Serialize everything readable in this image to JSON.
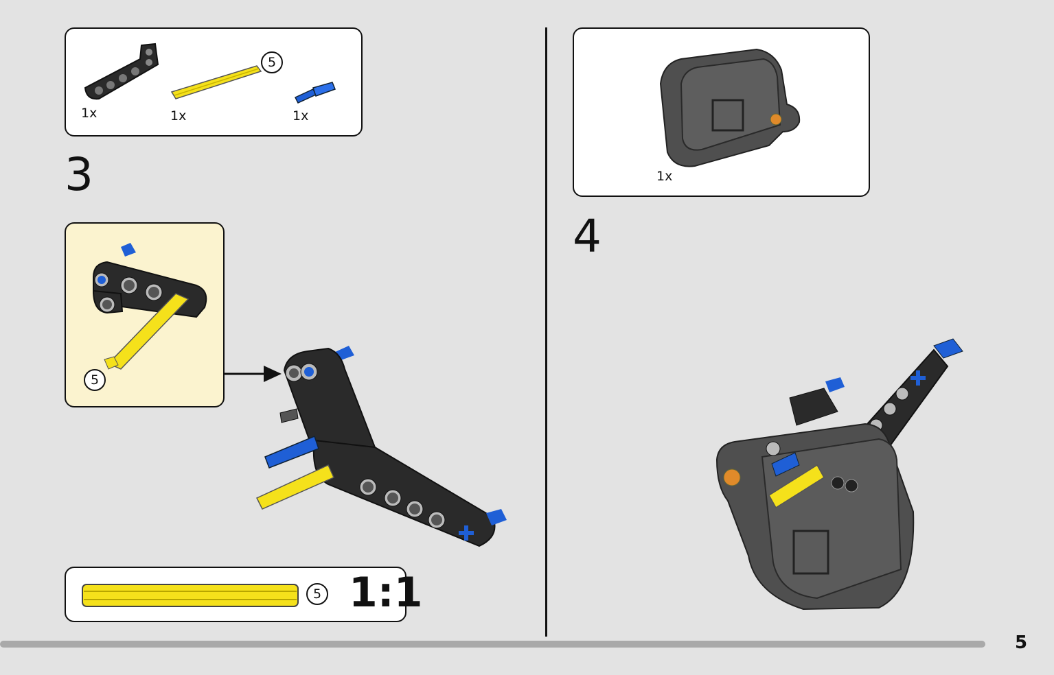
{
  "colors": {
    "background": "#e3e3e3",
    "callout_bg": "#fbf3cf",
    "beam_black": "#2a2a2a",
    "axle_yellow": "#f5e11b",
    "pin_blue": "#1f5fd6",
    "motor_gray": "#555555",
    "accent_orange": "#e08a2a"
  },
  "left_page": {
    "parts_list": {
      "items": [
        {
          "icon": "black-l-beam-icon",
          "quantity": "1x"
        },
        {
          "icon": "yellow-axle-5-icon",
          "quantity": "1x",
          "length_label": "5"
        },
        {
          "icon": "blue-axle-pin-icon",
          "quantity": "1x"
        }
      ]
    },
    "step_number": "3",
    "callout": {
      "axle_length_label": "5"
    },
    "scale_ruler": {
      "length_label": "5",
      "scale_label": "1:1"
    }
  },
  "right_page": {
    "parts_list": {
      "items": [
        {
          "icon": "gray-motor-icon",
          "quantity": "1x"
        }
      ]
    },
    "step_number": "4"
  },
  "footer": {
    "page_number": "5",
    "progress_percent": 93
  }
}
